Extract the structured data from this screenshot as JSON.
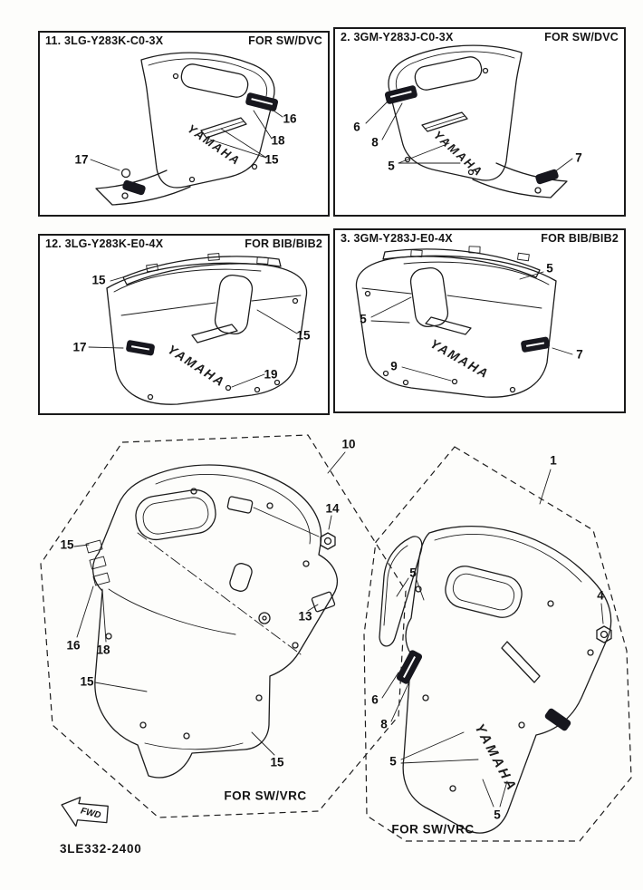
{
  "page": {
    "brand": "YAMAHA",
    "footer_code": "3LE332-2400",
    "fwd_label": "FWD"
  },
  "panels": [
    {
      "code": "11. 3LG-Y283K-C0-3X",
      "variant": "FOR SW/DVC",
      "callouts": [
        "16",
        "18",
        "15",
        "17"
      ]
    },
    {
      "code": "2. 3GM-Y283J-C0-3X",
      "variant": "FOR SW/DVC",
      "callouts": [
        "6",
        "8",
        "5",
        "7"
      ]
    },
    {
      "code": "12. 3LG-Y283K-E0-4X",
      "variant": "FOR BIB/BIB2",
      "callouts": [
        "15",
        "15",
        "17",
        "19"
      ]
    },
    {
      "code": "3. 3GM-Y283J-E0-4X",
      "variant": "FOR BIB/BIB2",
      "callouts": [
        "5",
        "5",
        "9",
        "7"
      ]
    }
  ],
  "groups": [
    {
      "variant": "FOR SW/VRC",
      "callouts": [
        "10",
        "14",
        "15",
        "16",
        "18",
        "15",
        "13",
        "15"
      ]
    },
    {
      "variant": "FOR SW/VRC",
      "callouts": [
        "1",
        "5",
        "4",
        "6",
        "8",
        "5",
        "5"
      ]
    }
  ]
}
